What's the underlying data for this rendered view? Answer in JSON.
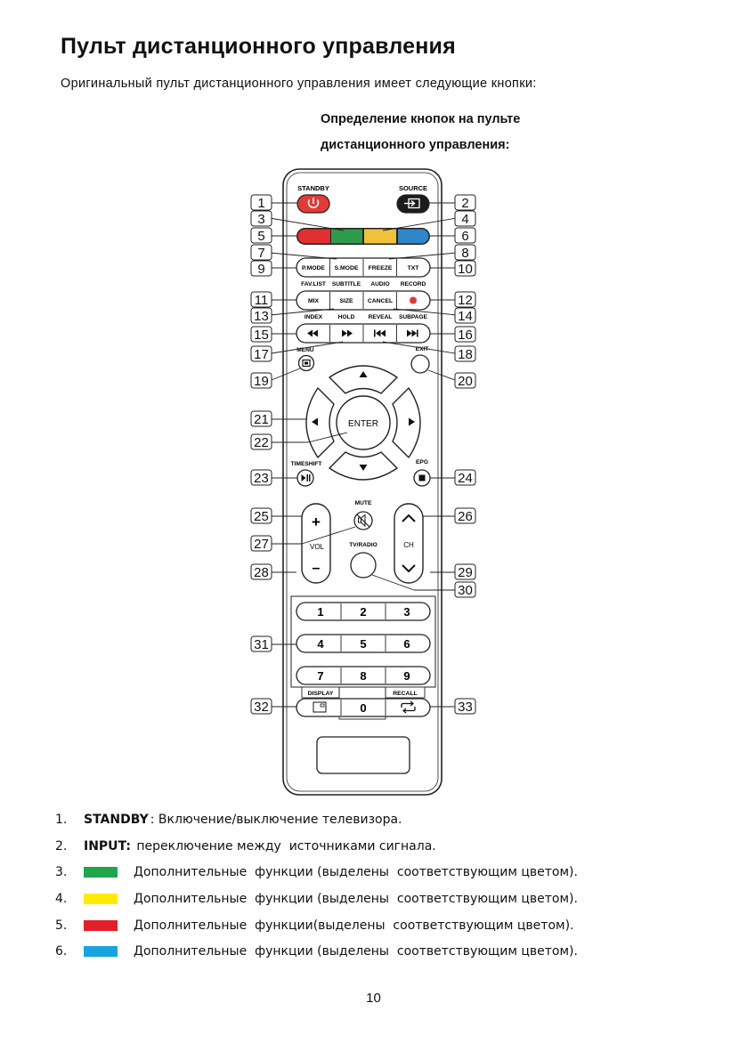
{
  "page": {
    "title": "Пульт дистанционного управления",
    "intro": "Оригинальный пульт дистанционного управления имеет следующие кнопки:",
    "caption_line1": "Определение кнопок на пульте",
    "caption_line2": "дистанционного управления:",
    "page_number": "10"
  },
  "remote": {
    "top_labels": {
      "standby": "STANDBY",
      "source": "SOURCE"
    },
    "colors": {
      "red": "#e03030",
      "green": "#2e9b4a",
      "yellow": "#f0c23a",
      "blue": "#2f86c8"
    },
    "row1": [
      "P.MODE",
      "S.MODE",
      "FREEZE",
      "TXT"
    ],
    "row2_top": [
      "FAV.LIST",
      "SUBTITLE",
      "AUDIO",
      "RECORD"
    ],
    "row2": [
      "MIX",
      "SIZE",
      "CANCEL"
    ],
    "row3_top": [
      "INDEX",
      "HOLD",
      "REVEAL",
      "SUBPAGE"
    ],
    "menu": "MENU",
    "exit": "EXIT",
    "enter": "ENTER",
    "timeshift": "TIMESHIFT",
    "epg": "EPG",
    "mute": "MUTE",
    "tvradio": "TV/RADIO",
    "vol": "VOL",
    "ch": "CH",
    "plus": "+",
    "minus": "–",
    "digits": [
      "1",
      "2",
      "3",
      "4",
      "5",
      "6",
      "7",
      "8",
      "9",
      "0"
    ],
    "display": "DISPLAY",
    "recall": "RECALL",
    "callouts": [
      "1",
      "2",
      "3",
      "4",
      "5",
      "6",
      "7",
      "8",
      "9",
      "10",
      "11",
      "12",
      "13",
      "14",
      "15",
      "16",
      "17",
      "18",
      "19",
      "20",
      "21",
      "22",
      "23",
      "24",
      "25",
      "26",
      "27",
      "28",
      "29",
      "30",
      "31",
      "32",
      "33"
    ]
  },
  "legend": [
    {
      "num": "1.",
      "key": "STANDBY",
      "sep": ":",
      "text": " Включение/выключение телевизора."
    },
    {
      "num": "2.",
      "key": "INPUT:",
      "sep": "",
      "text": " переключение между  источниками сигнала."
    },
    {
      "num": "3.",
      "swatch": "#1fa64a",
      "text": "Дополнительные  функции (выделены  соответствующим цветом)."
    },
    {
      "num": "4.",
      "swatch": "#ffeb00",
      "text": "Дополнительные  функции (выделены  соответствующим цветом)."
    },
    {
      "num": "5.",
      "swatch": "#e3202a",
      "text": "Дополнительные  функции(выделены  соответствующим цветом)."
    },
    {
      "num": "6.",
      "swatch": "#16a4e0",
      "text": "Дополнительные  функции (выделены  соответствующим цветом)."
    }
  ]
}
